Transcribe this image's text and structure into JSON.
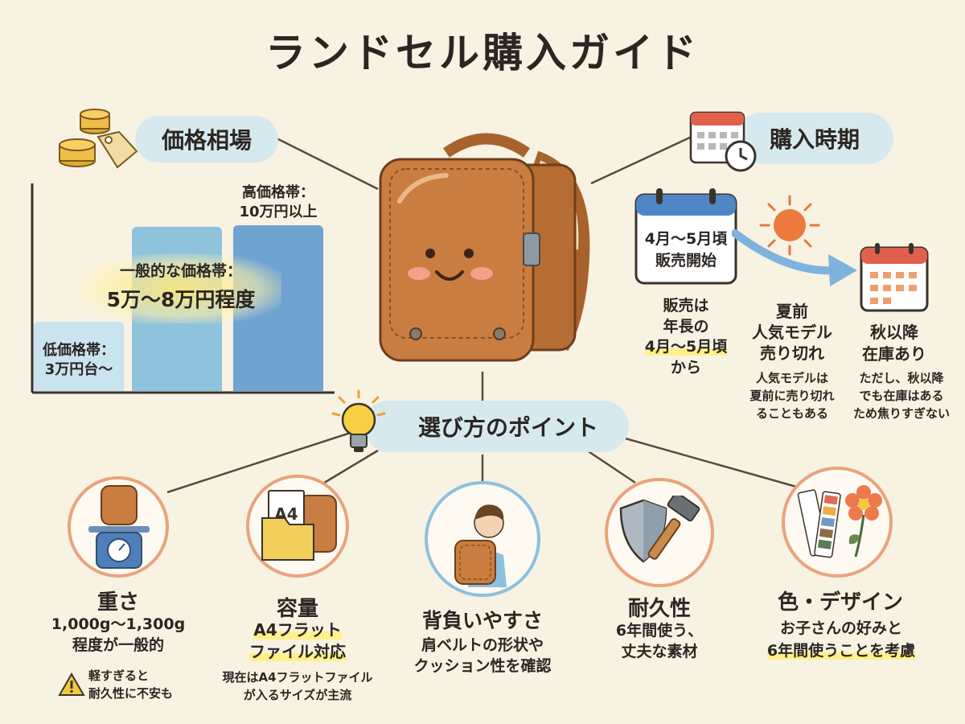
{
  "title": "ランドセル購入ガイド",
  "price": {
    "heading": "価格相場",
    "low_label": "低価格帯：",
    "low_value": "3万円台～",
    "mid_label": "一般的な価格帯：",
    "mid_value": "5万～8万円程度",
    "high_label": "高価格帯：",
    "high_value": "10万円以上"
  },
  "timing": {
    "heading": "購入時期",
    "calendar_text_1": "4月～5月頃",
    "calendar_text_2": "販売開始",
    "start_lines": [
      "販売は",
      "年長の",
      "4月～5月頃",
      "から"
    ],
    "summer_title": [
      "夏前",
      "人気モデル",
      "売り切れ"
    ],
    "summer_note": [
      "人気モデルは",
      "夏前に売り切れ",
      "ることもある"
    ],
    "autumn_title": [
      "秋以降",
      "在庫あり"
    ],
    "autumn_note": [
      "ただし、秋以降",
      "でも在庫はある",
      "ため焦りすぎない"
    ]
  },
  "points": {
    "heading": "選び方のポイント",
    "weight": {
      "title": "重さ",
      "lines": [
        "1,000g～1,300g",
        "程度が一般的"
      ],
      "warning": [
        "軽すぎると",
        "耐久性に不安も"
      ]
    },
    "capacity": {
      "title": "容量",
      "highlight": [
        "A4フラット",
        "ファイル対応"
      ],
      "note": [
        "現在はA4フラットファイル",
        "が入るサイズが主流"
      ],
      "a4_mark": "A4"
    },
    "fit": {
      "title": "背負いやすさ",
      "lines": [
        "肩ベルトの形状や",
        "クッション性を確認"
      ]
    },
    "durability": {
      "title": "耐久性",
      "lines": [
        "6年間使う、",
        "丈夫な素材"
      ]
    },
    "design": {
      "title": "色・デザイン",
      "line1": "お子さんの好みと",
      "line2": "6年間使うことを考慮"
    }
  },
  "colors": {
    "pill": "#d6e9ef",
    "bag": "#c97d40",
    "bar_low": "#c9e3ef",
    "bar_mid": "#8fc3dd",
    "bar_high": "#6fa3d2",
    "accent_red": "#e0604a",
    "arrow_blue": "#7fb3dd",
    "ring_orange": "#e8a47c",
    "ring_blue": "#8cc0e0"
  },
  "icons": [
    "coin-stack-icon",
    "price-tag-icon",
    "calendar-clock-icon",
    "calendar-icon",
    "sun-icon",
    "arrow-icon",
    "light-bulb-icon",
    "scale-icon",
    "folder-icon",
    "child-icon",
    "shield-icon",
    "hammer-icon",
    "color-swatch-icon",
    "flower-icon",
    "warning-icon"
  ]
}
